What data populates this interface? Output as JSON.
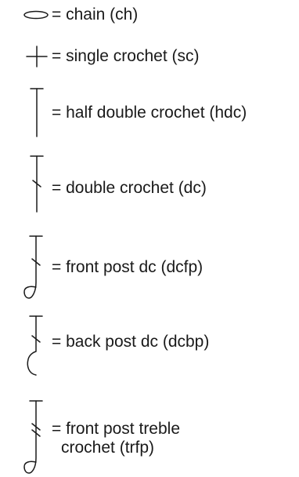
{
  "legend": {
    "entries": [
      {
        "symbol": "chain-icon",
        "text": "= chain (ch)"
      },
      {
        "symbol": "single-crochet-icon",
        "text": "= single crochet (sc)"
      },
      {
        "symbol": "half-double-crochet-icon",
        "text": "= half double crochet (hdc)"
      },
      {
        "symbol": "double-crochet-icon",
        "text": "= double crochet (dc)"
      },
      {
        "symbol": "front-post-dc-icon",
        "text": "= front post dc (dcfp)"
      },
      {
        "symbol": "back-post-dc-icon",
        "text": "= back post dc (dcbp)"
      },
      {
        "symbol": "front-post-treble-crochet-icon",
        "text_line1": "= front post treble",
        "text_line2": "crochet (trfp)"
      }
    ]
  }
}
